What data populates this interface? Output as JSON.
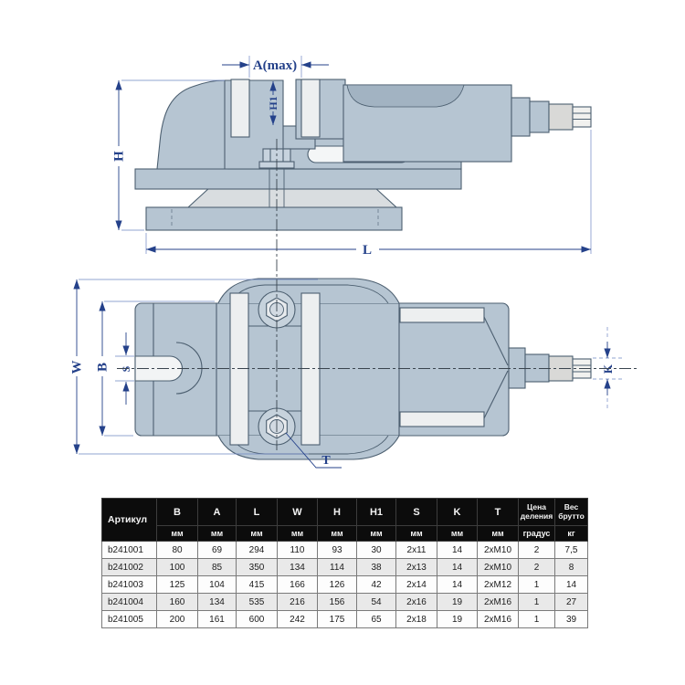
{
  "diagram": {
    "labels": {
      "a_max": "A(max)",
      "h1": "H1",
      "h": "H",
      "l": "L",
      "w": "W",
      "b": "B",
      "s": "S",
      "k": "K",
      "t": "T"
    },
    "colors": {
      "body_fill": "#b6c5d2",
      "light_fill": "#d9dde0",
      "plate_fill": "#edeff0",
      "outline": "#4c5f70",
      "dimension": "#24418a",
      "header_bg": "#0c0c0c",
      "row_alt": "#e9e9e9"
    }
  },
  "table": {
    "article_header": "Артикул",
    "columns": [
      {
        "label": "B",
        "unit": "мм"
      },
      {
        "label": "A",
        "unit": "мм"
      },
      {
        "label": "L",
        "unit": "мм"
      },
      {
        "label": "W",
        "unit": "мм"
      },
      {
        "label": "H",
        "unit": "мм"
      },
      {
        "label": "H1",
        "unit": "мм"
      },
      {
        "label": "S",
        "unit": "мм"
      },
      {
        "label": "K",
        "unit": "мм"
      },
      {
        "label": "T",
        "unit": "мм"
      },
      {
        "label": "Цена деления",
        "unit": "градус"
      },
      {
        "label": "Вес брутто",
        "unit": "кг"
      }
    ],
    "rows": [
      {
        "article": "b241001",
        "values": [
          "80",
          "69",
          "294",
          "110",
          "93",
          "30",
          "2x11",
          "14",
          "2xM10",
          "2",
          "7,5"
        ]
      },
      {
        "article": "b241002",
        "values": [
          "100",
          "85",
          "350",
          "134",
          "114",
          "38",
          "2x13",
          "14",
          "2xM10",
          "2",
          "8"
        ]
      },
      {
        "article": "b241003",
        "values": [
          "125",
          "104",
          "415",
          "166",
          "126",
          "42",
          "2x14",
          "14",
          "2xM12",
          "1",
          "14"
        ]
      },
      {
        "article": "b241004",
        "values": [
          "160",
          "134",
          "535",
          "216",
          "156",
          "54",
          "2x16",
          "19",
          "2xM16",
          "1",
          "27"
        ]
      },
      {
        "article": "b241005",
        "values": [
          "200",
          "161",
          "600",
          "242",
          "175",
          "65",
          "2x18",
          "19",
          "2xM16",
          "1",
          "39"
        ]
      }
    ]
  }
}
